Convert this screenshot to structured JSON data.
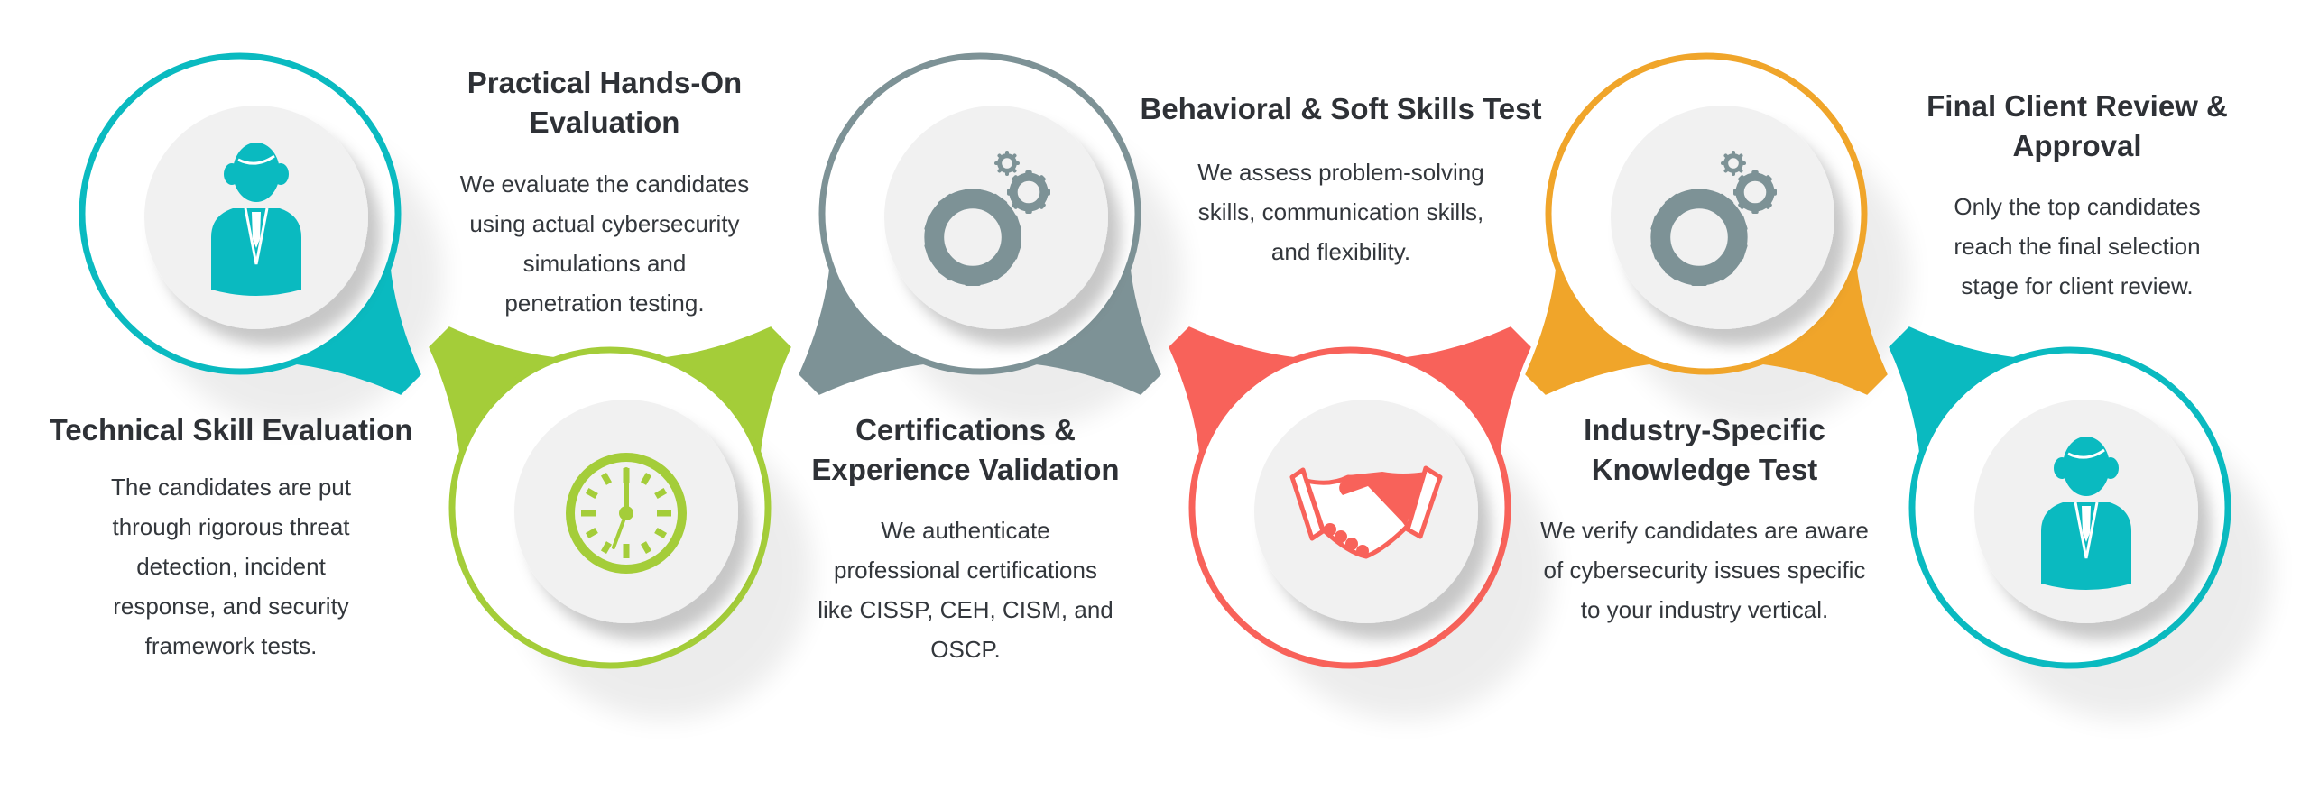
{
  "colors": {
    "teal": "#0ABAC0",
    "green": "#A4CD39",
    "slate": "#7D9296",
    "coral": "#F8625A",
    "orange": "#F0A52A",
    "text": "#2e3136",
    "disc": "#f1f1f1"
  },
  "steps": [
    {
      "color": "#0ABAC0",
      "icon": "person-icon",
      "title_lines": [
        "Technical Skill Evaluation"
      ],
      "body_lines": [
        "The candidates are put",
        "through rigorous threat",
        "detection,  incident",
        "response, and security",
        "framework tests."
      ]
    },
    {
      "color": "#A4CD39",
      "icon": "clock-icon",
      "title_lines": [
        "Practical Hands-On",
        "Evaluation"
      ],
      "body_lines": [
        "We evaluate the candidates",
        "using actual cybersecurity",
        "simulations and",
        "penetration testing."
      ]
    },
    {
      "color": "#7D9296",
      "icon": "gears-icon",
      "title_lines": [
        "Certifications &",
        "Experience Validation"
      ],
      "body_lines": [
        "We authenticate",
        "professional certifications",
        "like  CISSP, CEH, CISM, and",
        "OSCP."
      ]
    },
    {
      "color": "#F8625A",
      "icon": "handshake-icon",
      "title_lines": [
        "Behavioral & Soft Skills Test"
      ],
      "body_lines": [
        "We assess problem-solving",
        "skills, communication skills,",
        "and flexibility."
      ]
    },
    {
      "color": "#F0A52A",
      "icon": "gears-icon",
      "title_lines": [
        "Industry-Specific",
        "Knowledge Test"
      ],
      "body_lines": [
        "We verify candidates are aware",
        "of cybersecurity  issues specific",
        "to your industry vertical."
      ]
    },
    {
      "color": "#0ABAC0",
      "icon": "person-icon",
      "title_lines": [
        "Final Client Review &",
        "Approval"
      ],
      "body_lines": [
        "Only the top candidates",
        "reach the final selection",
        "stage for client review."
      ]
    }
  ]
}
